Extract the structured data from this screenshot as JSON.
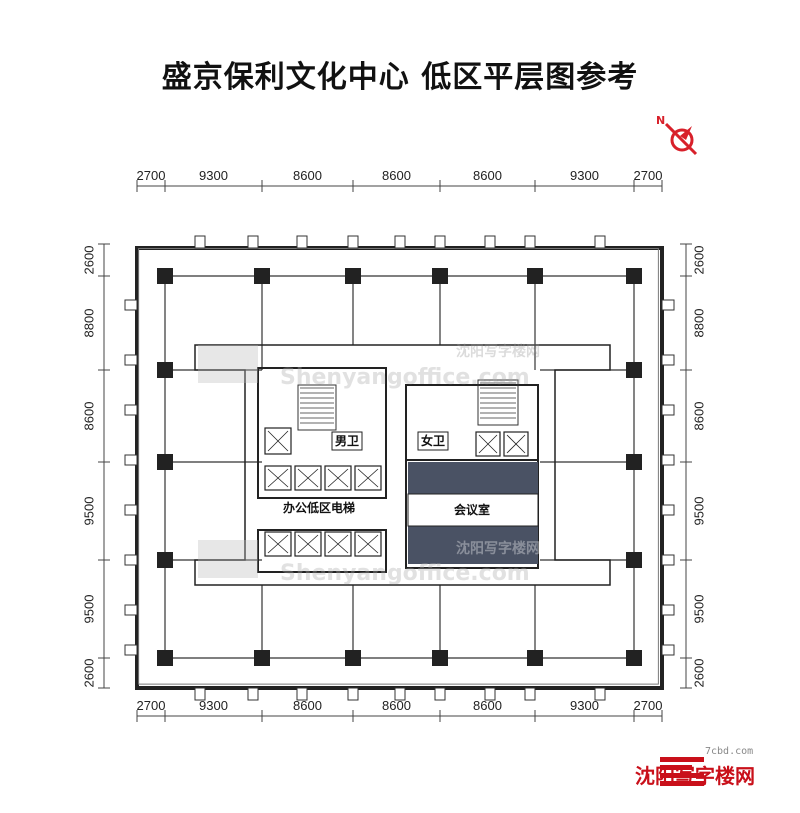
{
  "title": "盛京保利文化中心  低区平层图参考",
  "compass": {
    "label": "N",
    "color": "#d8202a"
  },
  "dimensions": {
    "top": [
      "2700",
      "9300",
      "8600",
      "8600",
      "8600",
      "9300",
      "2700"
    ],
    "bottom": [
      "2700",
      "9300",
      "8600",
      "8600",
      "8600",
      "9300",
      "2700"
    ],
    "left": [
      "2600",
      "8800",
      "8600",
      "9500",
      "9500",
      "2600"
    ],
    "right": [
      "2600",
      "8800",
      "8600",
      "9500",
      "9500",
      "2600"
    ]
  },
  "rooms": {
    "mens_restroom": "男卫",
    "womens_restroom": "女卫",
    "elevator_label": "办公低区电梯",
    "meeting_room": "会议室"
  },
  "watermarks": {
    "cn": "沈阳写字楼网",
    "en": "Shenyangoffice.com"
  },
  "branding": {
    "site": "7cbd.com",
    "name": "沈阳写字楼网",
    "color": "#c9101a"
  }
}
